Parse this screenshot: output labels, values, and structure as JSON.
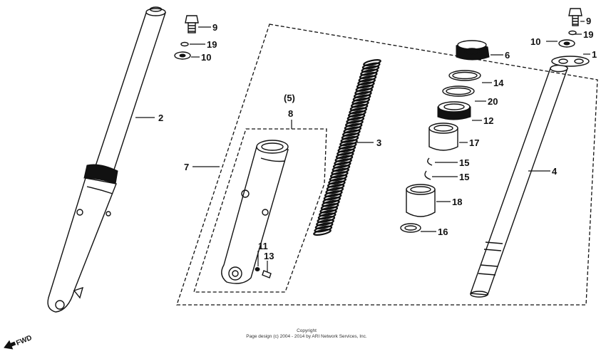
{
  "callouts": {
    "c1": "1",
    "c2": "2",
    "c3": "3",
    "c4": "4",
    "c5": "(5)",
    "c6": "6",
    "c7": "7",
    "c8": "8",
    "c9a": "9",
    "c9b": "9",
    "c10a": "10",
    "c10b": "10",
    "c11": "11",
    "c12": "12",
    "c13": "13",
    "c14": "14",
    "c15a": "15",
    "c15b": "15",
    "c16": "16",
    "c17": "17",
    "c18": "18",
    "c19a": "19",
    "c19b": "19",
    "c20": "20"
  },
  "fwd": "FWD",
  "copyright": {
    "line1": "Copyright",
    "line2": "Page design (c) 2004 - 2014 by ARI Network Services, Inc."
  }
}
